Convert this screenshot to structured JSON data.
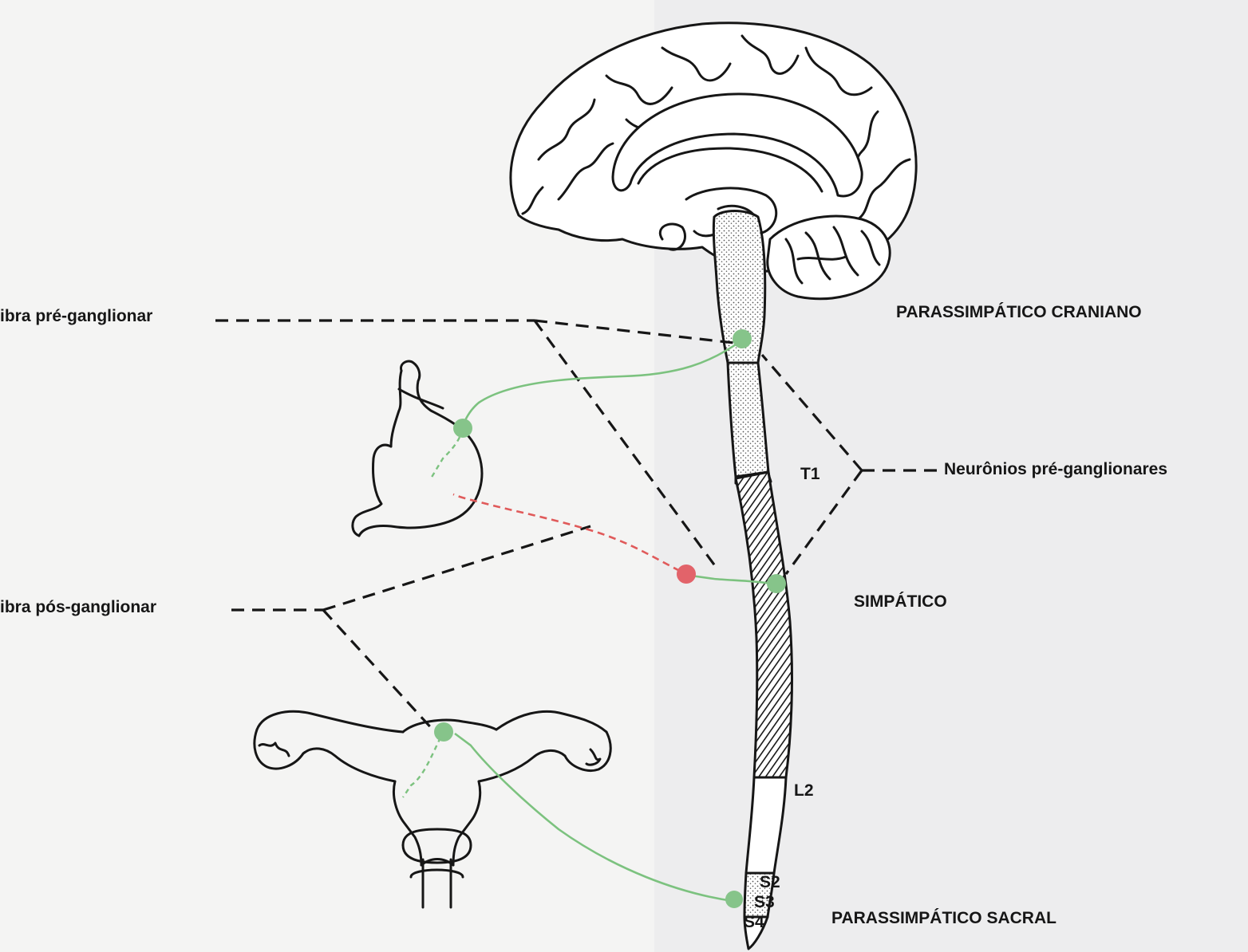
{
  "labels": {
    "fibra_pre": "ibra  pré-ganglionar",
    "fibra_pos": "ibra  pós-ganglionar",
    "cranial": "PARASSIMPÁTICO  CRANIANO",
    "simpatico": "SIMPÁTICO",
    "sacral": "PARASSIMPÁTICO  SACRAL",
    "neuronios": "Neurônios  pré-ganglionares",
    "t1": "T1",
    "l2": "L2",
    "s2": "S2",
    "s3": "S3",
    "s4": "S4"
  },
  "colors": {
    "ink": "#161616",
    "ganglion_green": "#86c48a",
    "fiber_green": "#7cc27f",
    "ganglion_red": "#e2636a",
    "fiber_red": "#e05a5a",
    "stipple": "#7a7a7a"
  }
}
